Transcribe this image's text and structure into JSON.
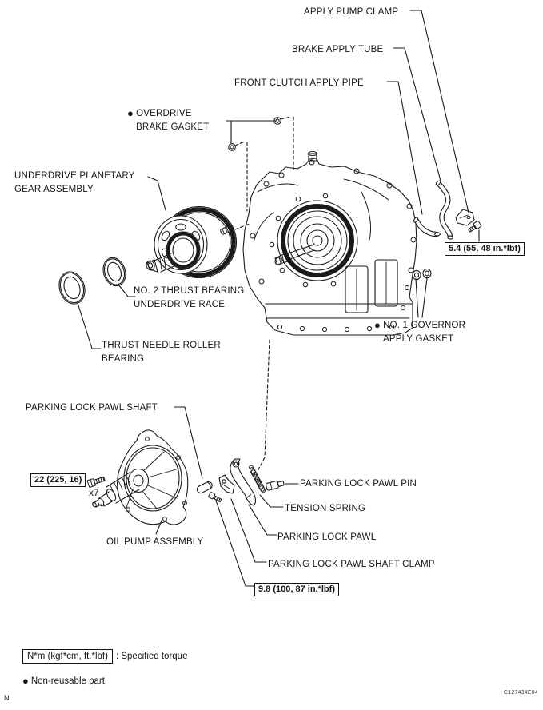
{
  "labels": {
    "apply_pump_clamp": "APPLY PUMP CLAMP",
    "brake_apply_tube": "BRAKE APPLY TUBE",
    "front_clutch_apply_pipe": "FRONT CLUTCH APPLY PIPE",
    "overdrive_brake_gasket": "OVERDRIVE\nBRAKE GASKET",
    "underdrive_planetary_gear_assembly": "UNDERDRIVE PLANETARY\nGEAR ASSEMBLY",
    "no2_thrust_bearing_underdrive_race": "NO. 2 THRUST BEARING\nUNDERDRIVE RACE",
    "thrust_needle_roller_bearing": "THRUST NEEDLE ROLLER\nBEARING",
    "no1_governor_apply_gasket": "NO. 1 GOVERNOR\nAPPLY GASKET",
    "parking_lock_pawl_shaft": "PARKING LOCK PAWL SHAFT",
    "parking_lock_pawl_pin": "PARKING LOCK PAWL PIN",
    "tension_spring": "TENSION SPRING",
    "parking_lock_pawl": "PARKING LOCK PAWL",
    "parking_lock_pawl_shaft_clamp": "PARKING LOCK PAWL SHAFT CLAMP",
    "oil_pump_assembly": "OIL PUMP ASSEMBLY"
  },
  "torques": {
    "tube_bolt": "5.4 (55, 48 in.*lbf)",
    "oil_pump_bolt": "22 (225, 16)",
    "oil_pump_bolt_count": "x7",
    "pawl_clamp_bolt": "9.8 (100, 87 in.*lbf)"
  },
  "legend": {
    "torque_unit_box": "N*m (kgf*cm, ft.*lbf)",
    "torque_caption": ": Specified torque",
    "bullet": "●",
    "non_reusable": "Non-reusable part"
  },
  "figure_code": "C127434E04",
  "footer_char": "N",
  "colors": {
    "line": "#1a1a1a",
    "background": "#ffffff"
  }
}
